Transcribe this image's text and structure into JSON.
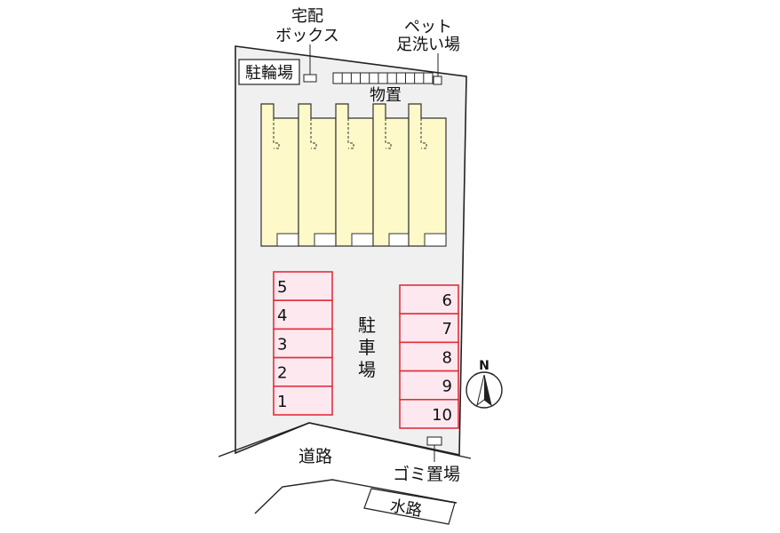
{
  "labels": {
    "delivery_box_l1": "宅配",
    "delivery_box_l2": "ボックス",
    "pet_wash_l1": "ペット",
    "pet_wash_l2": "足洗い場",
    "bike_parking": "駐輪場",
    "storage": "物置",
    "parking_c1": "駐",
    "parking_c2": "車",
    "parking_c3": "場",
    "road": "道路",
    "garbage": "ゴミ置場",
    "waterway": "水路",
    "north": "N"
  },
  "parking_left": [
    "5",
    "4",
    "3",
    "2",
    "1"
  ],
  "parking_right": [
    "6",
    "7",
    "8",
    "9",
    "10"
  ],
  "colors": {
    "lot_fill": "#f0f0f0",
    "building_fill": "#fdf9c8",
    "space_fill": "#fde8ef",
    "space_stroke": "#e0303c"
  }
}
